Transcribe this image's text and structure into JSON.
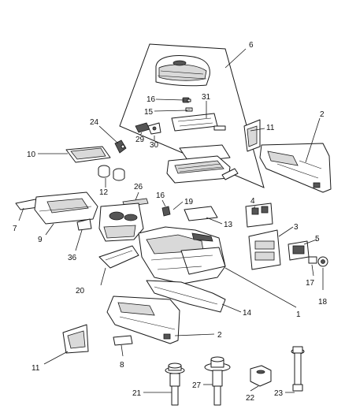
{
  "callouts": [
    {
      "id": "c6",
      "text": "6"
    },
    {
      "id": "c16a",
      "text": "16"
    },
    {
      "id": "c31",
      "text": "31"
    },
    {
      "id": "c15",
      "text": "15"
    },
    {
      "id": "c24",
      "text": "24"
    },
    {
      "id": "c11a",
      "text": "11"
    },
    {
      "id": "c2a",
      "text": "2"
    },
    {
      "id": "c10",
      "text": "10"
    },
    {
      "id": "c29",
      "text": "29"
    },
    {
      "id": "c30",
      "text": "30"
    },
    {
      "id": "c12",
      "text": "12"
    },
    {
      "id": "c26",
      "text": "26"
    },
    {
      "id": "c16b",
      "text": "16"
    },
    {
      "id": "c19",
      "text": "19"
    },
    {
      "id": "c4",
      "text": "4"
    },
    {
      "id": "c7",
      "text": "7"
    },
    {
      "id": "c13",
      "text": "13"
    },
    {
      "id": "c3",
      "text": "3"
    },
    {
      "id": "c9",
      "text": "9"
    },
    {
      "id": "c5",
      "text": "5"
    },
    {
      "id": "c36",
      "text": "36"
    },
    {
      "id": "c20",
      "text": "20"
    },
    {
      "id": "c1",
      "text": "1"
    },
    {
      "id": "c17",
      "text": "17"
    },
    {
      "id": "c18",
      "text": "18"
    },
    {
      "id": "c14",
      "text": "14"
    },
    {
      "id": "c2b",
      "text": "2"
    },
    {
      "id": "c11b",
      "text": "11"
    },
    {
      "id": "c8",
      "text": "8"
    },
    {
      "id": "c21",
      "text": "21"
    },
    {
      "id": "c27",
      "text": "27"
    },
    {
      "id": "c22",
      "text": "22"
    },
    {
      "id": "c23",
      "text": "23"
    }
  ]
}
